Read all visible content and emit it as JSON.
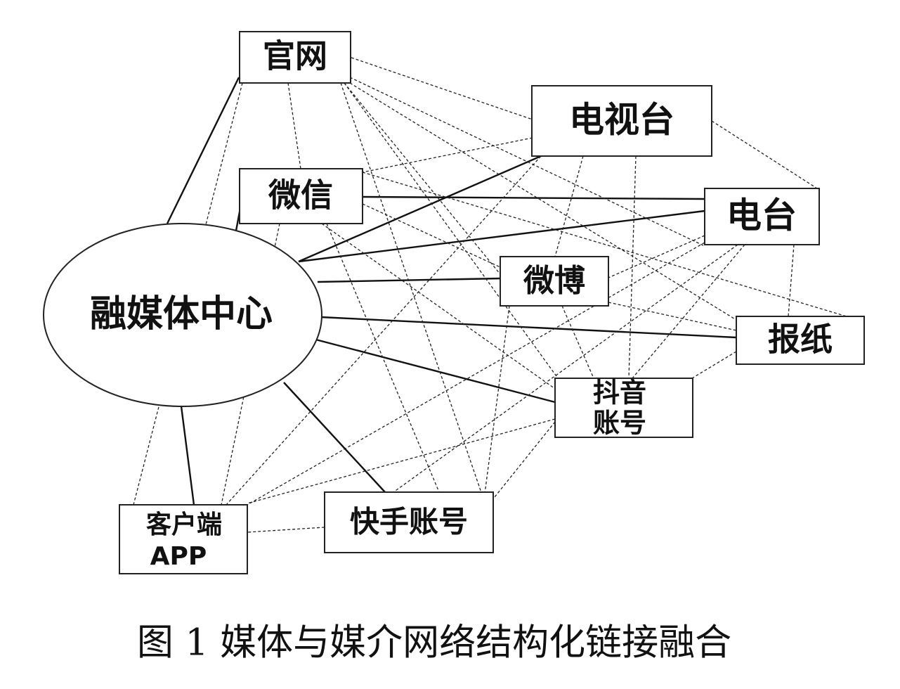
{
  "hub": {
    "label": "融媒体中心"
  },
  "nodes": {
    "guanwang": {
      "label": "官网"
    },
    "dianshitai": {
      "label": "电视台"
    },
    "weixin": {
      "label": "微信"
    },
    "diantai": {
      "label": "电台"
    },
    "weibo": {
      "label": "微博"
    },
    "baozhi": {
      "label": "报纸"
    },
    "douyin": {
      "line1": "抖音",
      "line2": "账号"
    },
    "kuaishou": {
      "label": "快手账号"
    },
    "kehuduan": {
      "line1": "客户端",
      "line2": "APP"
    }
  },
  "caption": {
    "text": "图 1 媒体与媒介网络结构化链接融合"
  },
  "colors": {
    "ink": "#111111",
    "background": "#ffffff"
  }
}
